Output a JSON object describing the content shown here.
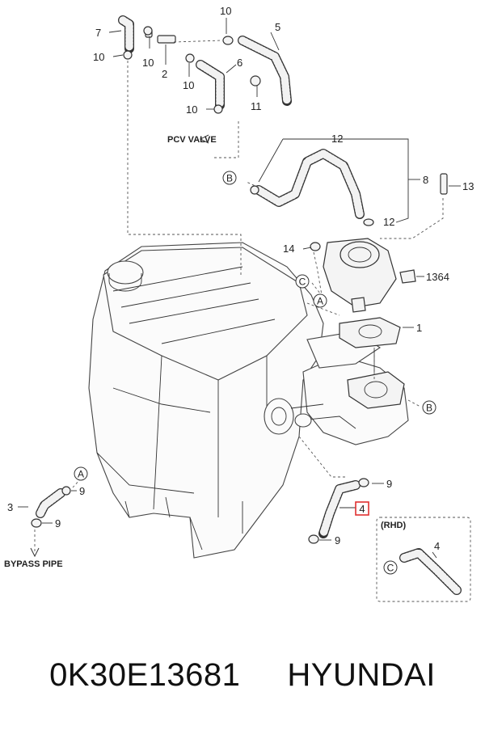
{
  "diagram": {
    "labels": {
      "l1": "1",
      "l2": "2",
      "l3": "3",
      "l4": "4",
      "l4b": "4",
      "l5": "5",
      "l6": "6",
      "l7": "7",
      "l8": "8",
      "l9a": "9",
      "l9b": "9",
      "l9c": "9",
      "l9d": "9",
      "l10a": "10",
      "l10b": "10",
      "l10c": "10",
      "l10d": "10",
      "l10e": "10",
      "l11": "11",
      "l12a": "12",
      "l12b": "12",
      "l13": "13",
      "l14": "14",
      "l1364": "1364"
    },
    "callouts": {
      "a1": "A",
      "a2": "A",
      "b1": "B",
      "b2": "B",
      "c1": "C",
      "c2": "C"
    },
    "text": {
      "pcv_valve": "PCV VALVE",
      "bypass_pipe": "BYPASS PIPE",
      "rhd": "(RHD)"
    },
    "highlight_color": "#e03030"
  },
  "footer": {
    "part_number": "0K30E13681",
    "brand": "HYUNDAI"
  }
}
